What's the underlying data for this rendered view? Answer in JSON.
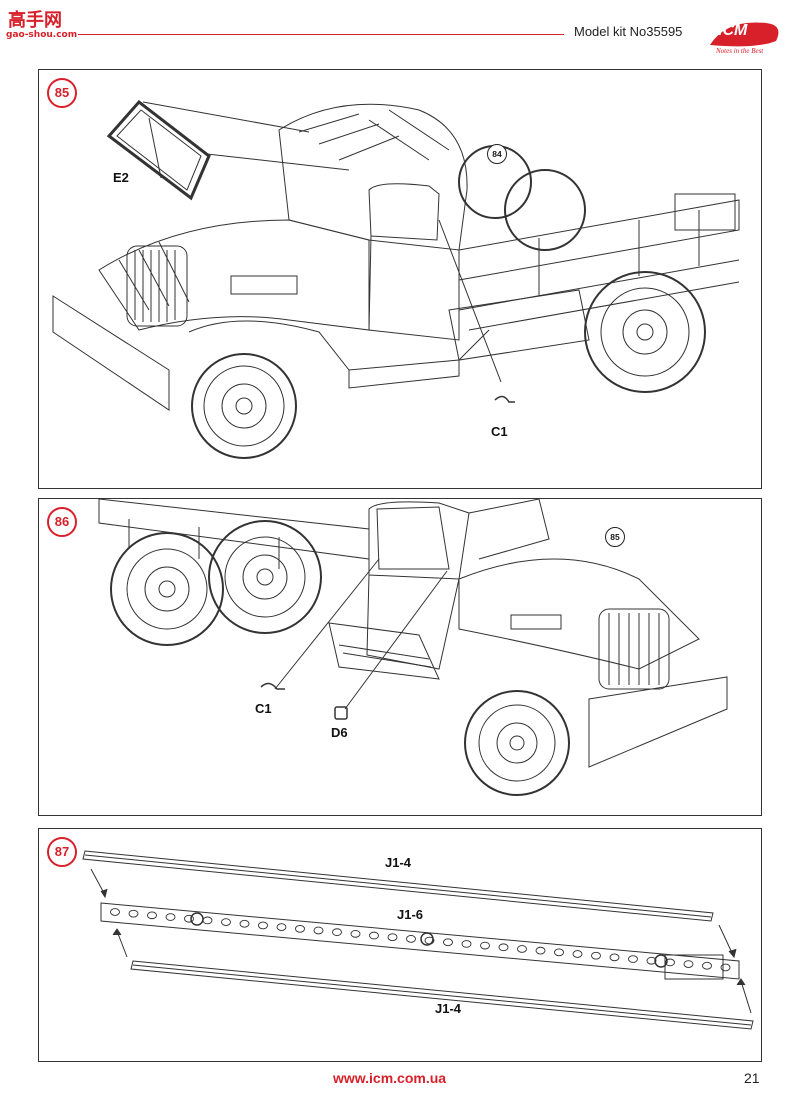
{
  "header": {
    "watermark": "高手网",
    "watermark_url": "gao-shou.com",
    "model_kit": "Model kit No35595",
    "logo_text": "ICM",
    "logo_subtitle": "Notes in the Best"
  },
  "colors": {
    "accent": "#d8202a",
    "line": "#333333"
  },
  "steps": [
    {
      "number": "85",
      "ref": "84",
      "parts": [
        "E2",
        "C1"
      ]
    },
    {
      "number": "86",
      "ref": "85",
      "parts": [
        "C1",
        "D6"
      ]
    },
    {
      "number": "87",
      "parts": [
        "J1-4",
        "J1-6",
        "J1-4"
      ]
    }
  ],
  "footer": {
    "url": "www.icm.com.ua",
    "page": "21"
  }
}
